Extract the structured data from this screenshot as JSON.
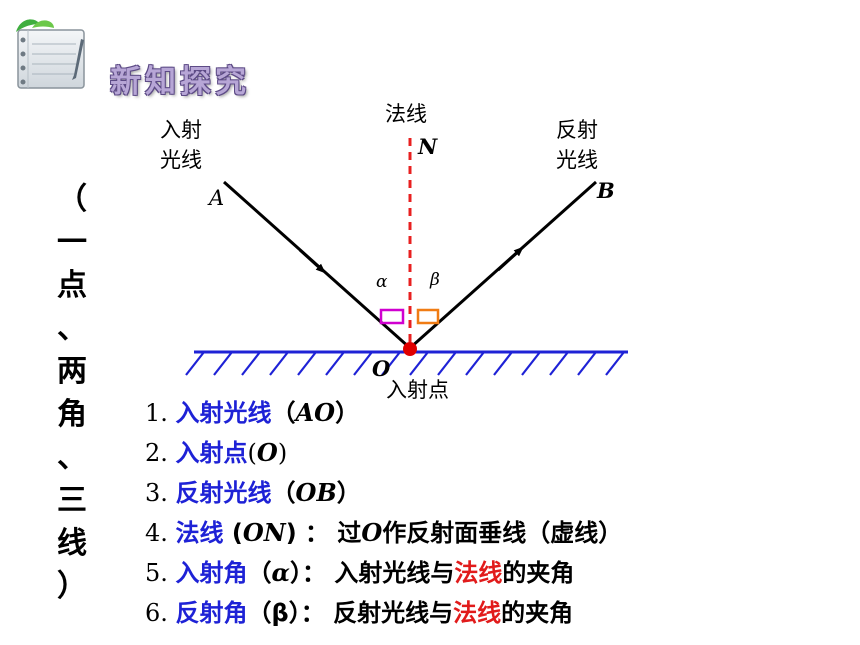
{
  "header": {
    "title": "新知探究"
  },
  "side_title": "（一点、两角、三线）",
  "labels": {
    "incident_ray": "入射\n光线",
    "normal": "法线",
    "normal_point": "N",
    "reflected_ray": "反射\n光线",
    "point_a": "A",
    "point_b": "B",
    "point_o": "O",
    "incidence_point": "入射点",
    "alpha": "α",
    "beta": "β"
  },
  "colors": {
    "normal_line": "#e82020",
    "mirror": "#1e22d6",
    "alpha_box": "#d000d0",
    "beta_box": "#f07c14",
    "incidence_dot": "#e00000",
    "highlight_blue": "#1e22d6",
    "highlight_red": "#e11b1b"
  },
  "list": [
    {
      "num": "1.",
      "term": "入射光线",
      "p1": "（",
      "sym": "AO",
      "p2": "）"
    },
    {
      "num": "2.",
      "term": "入射点",
      "p1": "(",
      "sym": "O",
      "p2": ")"
    },
    {
      "num": "3.",
      "term": "反射光线",
      "p1": "（",
      "sym": "OB",
      "p2": "）"
    },
    {
      "num": "4.",
      "term": "法线",
      "p1": " (",
      "sym": "ON",
      "p2": ") ： 过",
      "sym2": "O",
      "rest": "作反射面垂线（虚线）"
    },
    {
      "num": "5.",
      "term": "入射角",
      "p1": "（",
      "sym": "α",
      "p2": "）： 入射光线与",
      "red": "法线",
      "rest": "的夹角"
    },
    {
      "num": "6.",
      "term": "反射角",
      "p1": "（β）： 反射光线与",
      "red": "法线",
      "rest": "的夹角"
    }
  ]
}
